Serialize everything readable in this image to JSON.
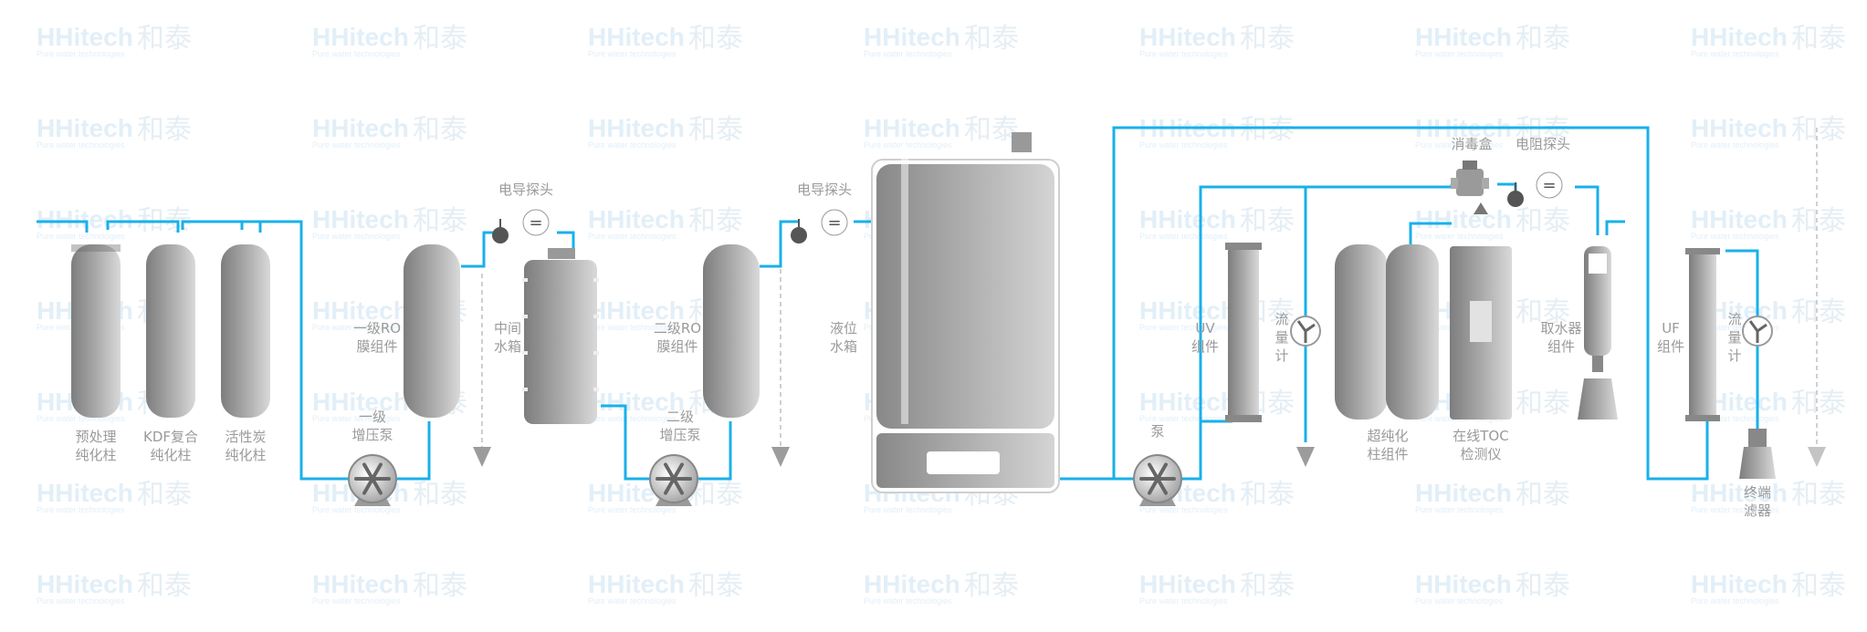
{
  "watermark": {
    "brand": "HHitech",
    "cn": "和泰",
    "sub": "Pure water technologies"
  },
  "colors": {
    "pipe": "#19b0ea",
    "vessel_dark": "#8f8f8f",
    "vessel_light": "#d6d6d6",
    "label": "#9a9a9a"
  },
  "labels": {
    "pretreat": [
      "预处理",
      "纯化柱"
    ],
    "kdf": [
      "KDF复合",
      "纯化柱"
    ],
    "carbon": [
      "活性炭",
      "纯化柱"
    ],
    "pump1": [
      "一级",
      "增压泵"
    ],
    "ro1": [
      "一级RO",
      "膜组件"
    ],
    "cond1": "电导探头",
    "midtank": [
      "中间",
      "水箱"
    ],
    "ro2": [
      "二级RO",
      "膜组件"
    ],
    "pump2": [
      "二级",
      "增压泵"
    ],
    "cond2": "电导探头",
    "leveltank": [
      "液位",
      "水箱"
    ],
    "pump3": "泵",
    "uv": [
      "UV",
      "组件"
    ],
    "flow1": [
      "流",
      "量",
      "计"
    ],
    "ultra": [
      "超纯化",
      "柱组件"
    ],
    "toc": [
      "在线TOC",
      "检测仪"
    ],
    "disinfect": "消毒盒",
    "resist": "电阻探头",
    "dispenser": [
      "取水器",
      "组件"
    ],
    "uf": [
      "UF",
      "组件"
    ],
    "flow2": [
      "流",
      "量",
      "计"
    ],
    "terminal": [
      "终端",
      "滤器"
    ]
  },
  "icons": [
    "pump-icon",
    "flow-meter-icon",
    "conductivity-probe-icon",
    "drain-arrow-icon"
  ]
}
